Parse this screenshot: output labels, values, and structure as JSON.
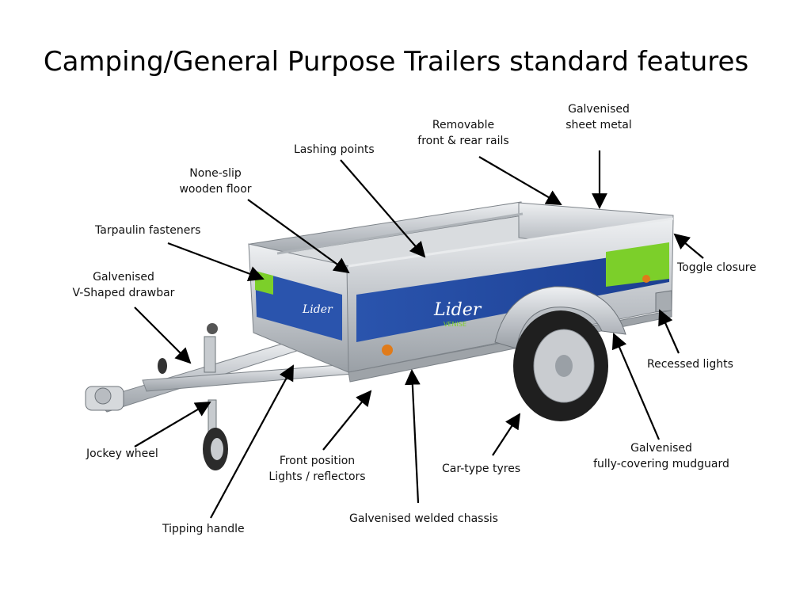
{
  "title": "Camping/General Purpose Trailers standard features",
  "brand": {
    "name": "Lider",
    "model": "VENISE"
  },
  "colors": {
    "panel_blue": "#1f4aa0",
    "panel_green": "#7ccf2a",
    "galvanised": "#c9ccd0",
    "arrow": "#000000"
  },
  "labels": {
    "galvanised_sheet_metal": [
      "Galvenised",
      "sheet metal"
    ],
    "removable_rails": [
      "Removable",
      "front & rear rails"
    ],
    "lashing_points": "Lashing points",
    "wooden_floor": [
      "None-slip",
      "wooden floor"
    ],
    "tarpaulin_fasteners": "Tarpaulin fasteners",
    "drawbar": [
      "Galvenised",
      "V-Shaped drawbar"
    ],
    "toggle_closure": "Toggle closure",
    "recessed_lights": "Recessed lights",
    "mudguard": [
      "Galvenised",
      "fully-covering mudguard"
    ],
    "car_tyres": "Car-type tyres",
    "front_lights": [
      "Front position",
      "Lights / reflectors"
    ],
    "welded_chassis": "Galvenised welded chassis",
    "tipping_handle": "Tipping handle",
    "jockey_wheel": "Jockey wheel"
  }
}
